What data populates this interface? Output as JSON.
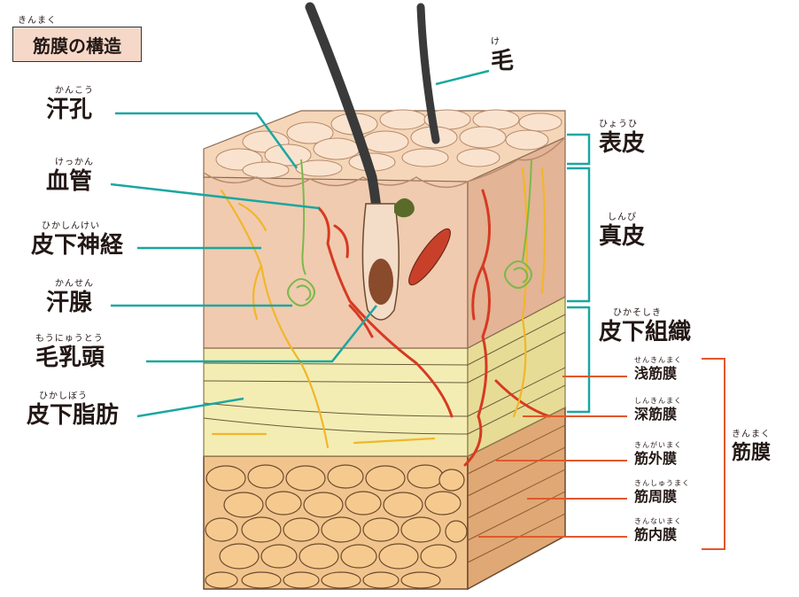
{
  "title": {
    "ruby": "きんまく",
    "text": "筋膜の構造"
  },
  "labels": {
    "hair": {
      "ruby": "け",
      "text": "毛"
    },
    "pore": {
      "ruby": "かんこう",
      "text": "汗孔"
    },
    "vessel": {
      "ruby": "けっかん",
      "text": "血管"
    },
    "nerve": {
      "ruby": "ひかしんけい",
      "text": "皮下神経"
    },
    "sweat_gland": {
      "ruby": "かんせん",
      "text": "汗腺"
    },
    "papilla": {
      "ruby": "もうにゅうとう",
      "text": "毛乳頭"
    },
    "fat": {
      "ruby": "ひかしぼう",
      "text": "皮下脂肪"
    },
    "epidermis": {
      "ruby": "ひょうひ",
      "text": "表皮"
    },
    "dermis": {
      "ruby": "しんぴ",
      "text": "真皮"
    },
    "subcutis": {
      "ruby": "ひかそしき",
      "text": "皮下組織"
    },
    "superficial_fascia": {
      "ruby": "せんきんまく",
      "text": "浅筋膜"
    },
    "deep_fascia": {
      "ruby": "しんきんまく",
      "text": "深筋膜"
    },
    "epimysium": {
      "ruby": "きんがいまく",
      "text": "筋外膜"
    },
    "perimysium": {
      "ruby": "きんしゅうまく",
      "text": "筋周膜"
    },
    "endomysium": {
      "ruby": "きんないまく",
      "text": "筋内膜"
    },
    "fascia": {
      "ruby": "きんまく",
      "text": "筋膜"
    }
  },
  "colors": {
    "title_bg": "#f6d8c9",
    "epidermis": "#f5d6b8",
    "dermis": "#f0cbb0",
    "dermis_side": "#e3b496",
    "fat": "#f3edb4",
    "fat_side": "#e6dc96",
    "muscle": "#f2c48d",
    "muscle_side": "#e0a874",
    "teal_line": "#1aa7a1",
    "orange_line": "#e2572b",
    "vessel": "#d63a22",
    "nerve": "#f2b629",
    "gland": "#7db84a",
    "hair": "#3a3a3a"
  }
}
